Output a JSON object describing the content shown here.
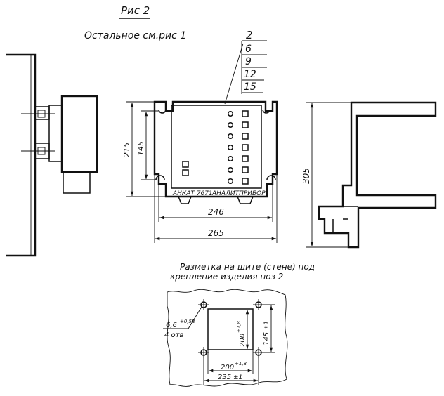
{
  "figure": {
    "title": "Рис 2",
    "note": "Остальное см.рис 1"
  },
  "callout": {
    "items": [
      "2",
      "6",
      "9",
      "12",
      "15"
    ]
  },
  "front_view": {
    "device_label": "АНКАТ 7671",
    "maker_label": "АНАЛИТПРИБОР",
    "dim_height_outer": "215",
    "dim_height_inner": "145",
    "dim_width_inner": "246",
    "dim_width_outer": "265"
  },
  "side_view": {
    "dim_depth": "305"
  },
  "mounting": {
    "caption_line1": "Разметка на щите (стене) под",
    "caption_line2": "крепление изделия поз 2",
    "hole_dia": "6,6",
    "hole_tol": "+0,58",
    "hole_count": "4 отв",
    "cutout_w": "200",
    "cutout_w_tol": "+1,8",
    "cutout_h": "200",
    "cutout_h_tol": "+1,8",
    "hole_spacing_w": "235",
    "hole_spacing_w_tol": "±1",
    "hole_spacing_h": "145",
    "hole_spacing_h_tol": "±1"
  }
}
